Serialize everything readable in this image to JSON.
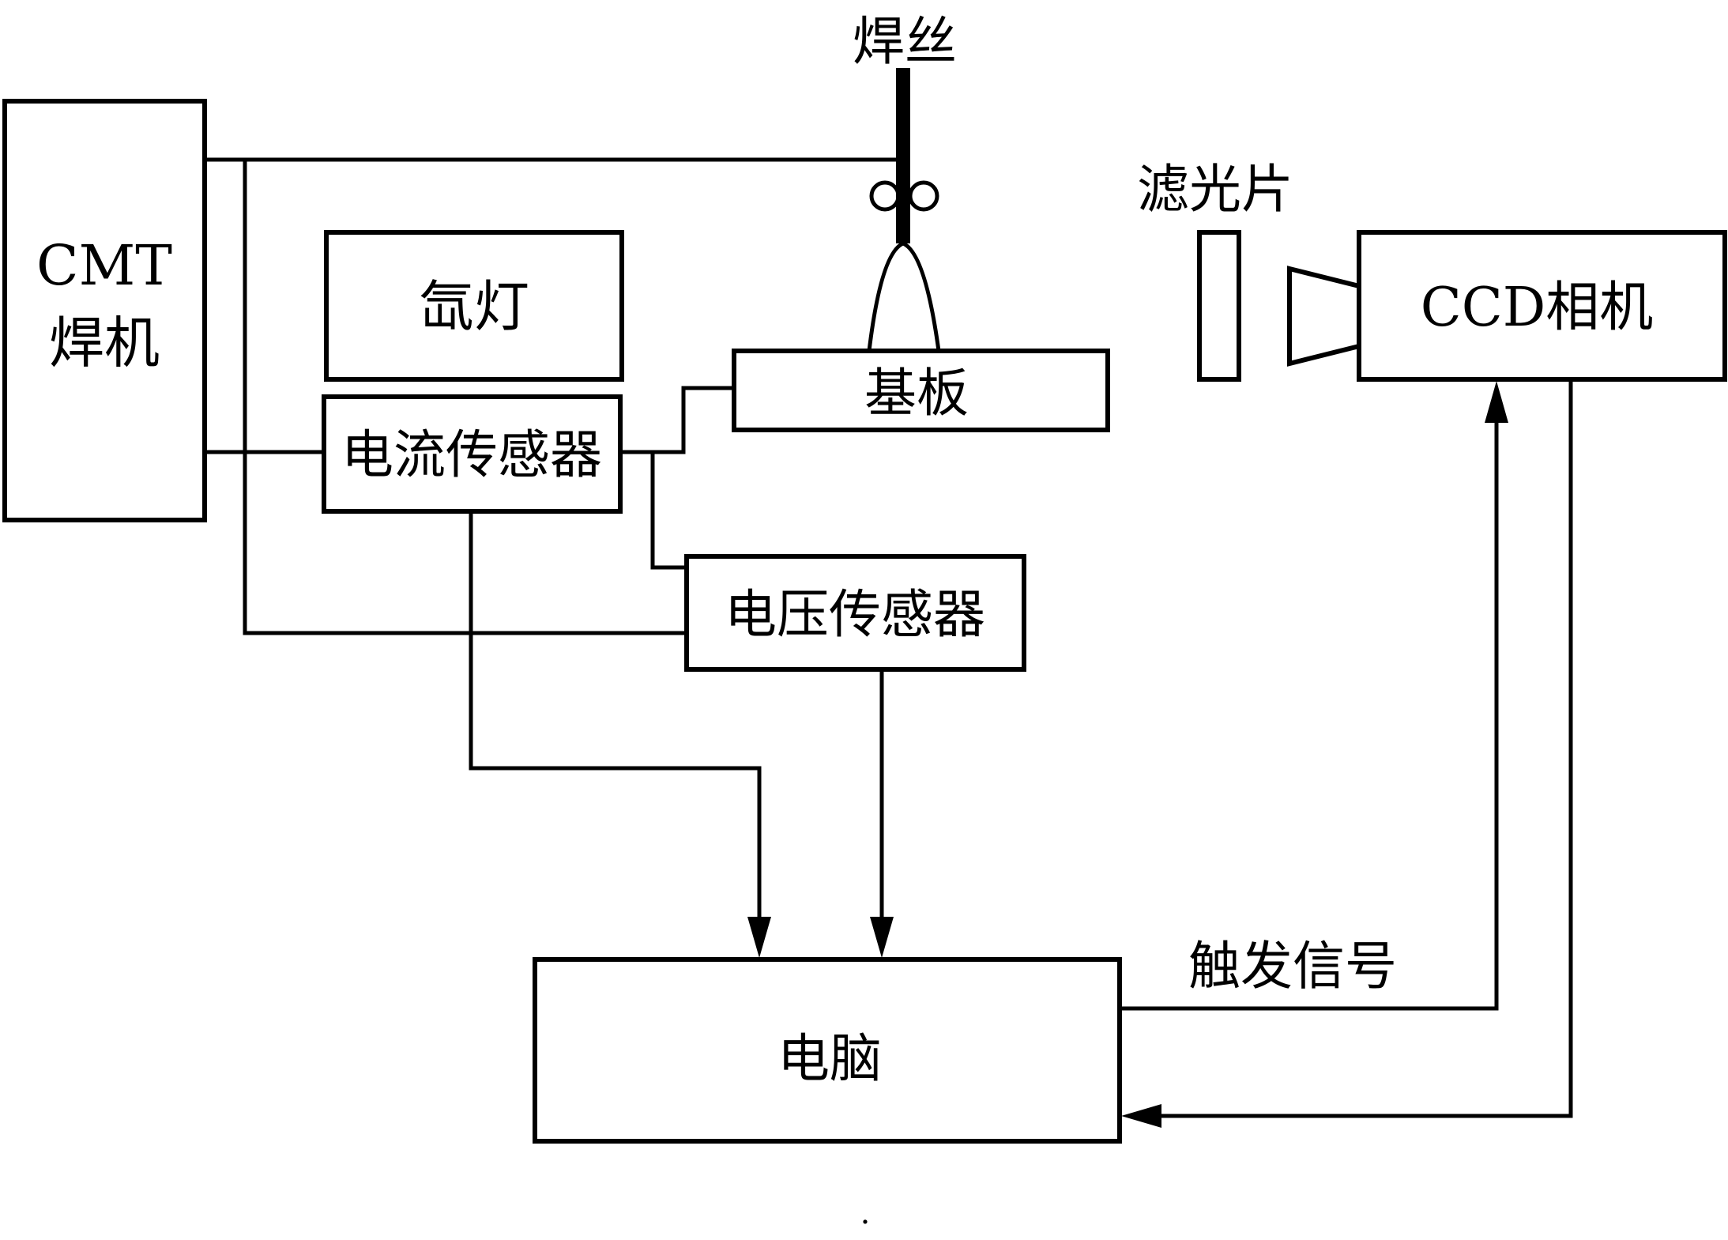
{
  "diagram": {
    "type": "block-diagram",
    "nodes": {
      "cmt_welder": {
        "line1": "CMT",
        "line2": "焊机"
      },
      "welding_wire": {
        "label": "焊丝"
      },
      "xenon_lamp": {
        "label": "氙灯"
      },
      "current_sensor": {
        "label": "电流传感器"
      },
      "substrate": {
        "label": "基板"
      },
      "voltage_sensor": {
        "label": "电压传感器"
      },
      "computer": {
        "label": "电脑"
      },
      "filter": {
        "label": "滤光片"
      },
      "ccd_camera": {
        "label": "CCD相机"
      }
    },
    "edges": [
      {
        "from": "cmt_welder",
        "to": "welding_wire",
        "arrow": false
      },
      {
        "from": "cmt_welder",
        "to": "current_sensor",
        "arrow": false
      },
      {
        "from": "current_sensor",
        "to": "substrate",
        "arrow": false
      },
      {
        "from": "current_sensor",
        "to": "voltage_sensor",
        "arrow": false
      },
      {
        "from": "cmt_welder",
        "to": "voltage_sensor",
        "arrow": false
      },
      {
        "from": "current_sensor",
        "to": "computer",
        "arrow": true
      },
      {
        "from": "voltage_sensor",
        "to": "computer",
        "arrow": true
      },
      {
        "from": "computer",
        "to": "ccd_camera",
        "arrow": true,
        "label": "触发信号"
      },
      {
        "from": "ccd_camera",
        "to": "computer",
        "arrow": true
      }
    ],
    "trigger_label": "触发信号",
    "footnote": "."
  }
}
